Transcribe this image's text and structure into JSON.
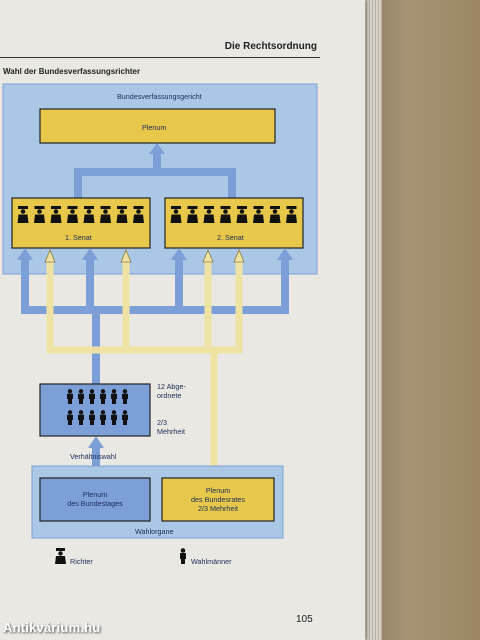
{
  "header": {
    "title": "Die Rechtsordnung"
  },
  "diagram": {
    "title": "Wahl der Bundesverfassungsrichter",
    "court_label": "Bundesverfassungsgericht",
    "plenum_label": "Plenum",
    "senat1_label": "1. Senat",
    "senat2_label": "2. Senat",
    "delegates_line1": "12 Abge-",
    "delegates_line2": "ordnete",
    "majority_line1": "2/3",
    "majority_line2": "Mehrheit",
    "proportional_label": "Verhältniswahl",
    "bundestag_line1": "Plenum",
    "bundestag_line2": "des Bundestages",
    "bundesrat_line1": "Plenum",
    "bundesrat_line2": "des Bundesrates",
    "bundesrat_line3": "2/3 Mehrheit",
    "organs_label": "Wahlorgane",
    "legend_judge": "Richter",
    "legend_elector": "Wahlmänner"
  },
  "colors": {
    "light_blue": "#aac8e6",
    "mid_blue": "#7d9fd7",
    "yellow": "#e8c84a",
    "cream_arrow": "#efe3a4",
    "dark": "#111111"
  },
  "page_number": "105",
  "watermark": "Antikvárium.hu"
}
